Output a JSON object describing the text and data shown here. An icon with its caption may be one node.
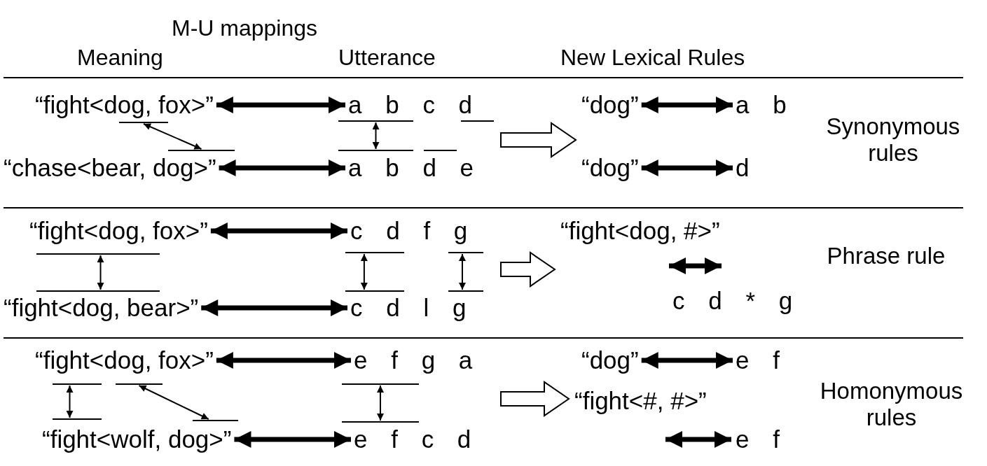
{
  "diagram": {
    "nodes": [
      {
        "text": [
          "“fight<dog, fox>”"
        ]
      },
      {
        "text": [
          "a b c d"
        ]
      },
      {
        "text": [],
        "shape": "bar"
      },
      {
        "text": [],
        "shape": "bar"
      },
      {
        "text": [],
        "shape": "bar"
      },
      {
        "text": [],
        "shape": "bar"
      },
      {
        "text": [],
        "shape": "bar"
      },
      {
        "text": [],
        "shape": "bar"
      },
      {
        "text": [
          "“chase<bear, dog>”"
        ]
      },
      {
        "text": [
          "a b d e"
        ]
      },
      {
        "text": [
          "“dog”"
        ]
      },
      {
        "text": [
          "a b"
        ]
      },
      {
        "text": [
          "“dog”"
        ]
      },
      {
        "text": [
          "d"
        ]
      },
      {
        "text": [
          "“fight<dog, fox>”"
        ]
      },
      {
        "text": [
          "c d f g"
        ]
      },
      {
        "text": [],
        "shape": "bar"
      },
      {
        "text": [],
        "shape": "bar"
      },
      {
        "text": [],
        "shape": "bar"
      },
      {
        "text": [],
        "shape": "bar"
      },
      {
        "text": [],
        "shape": "bar"
      },
      {
        "text": [],
        "shape": "bar"
      },
      {
        "text": [
          "“fight<dog, bear>”"
        ]
      },
      {
        "text": [
          "c d l g"
        ]
      },
      {
        "text": [
          "“fight<dog, #>”"
        ]
      },
      {
        "text": [
          "c d * g"
        ]
      },
      {
        "text": [
          "“fight<dog, fox>”"
        ]
      },
      {
        "text": [
          "e f g a"
        ]
      },
      {
        "text": [],
        "shape": "bar"
      },
      {
        "text": [],
        "shape": "bar"
      },
      {
        "text": [],
        "shape": "bar"
      },
      {
        "text": [],
        "shape": "bar"
      },
      {
        "text": [],
        "shape": "bar"
      },
      {
        "text": [],
        "shape": "bar"
      },
      {
        "text": [
          "“fight<wolf, dog>”"
        ]
      },
      {
        "text": [
          "e f c d"
        ]
      },
      {
        "text": [
          "“dog”"
        ]
      },
      {
        "text": [
          "e f"
        ]
      },
      {
        "text": [
          "“fight<#, #>”"
        ]
      },
      {
        "text": [
          "e f"
        ]
      }
    ],
    "edges": [
      {
        "from": 0,
        "to": 1,
        "arrow": "both"
      },
      {
        "from": 2,
        "to": 5,
        "arrow": "both"
      },
      {
        "from": 3,
        "to": 6,
        "arrow": "both"
      },
      {
        "from": 8,
        "to": 9,
        "arrow": "both"
      },
      {
        "from": 10,
        "to": 11,
        "arrow": "both"
      },
      {
        "from": 12,
        "to": 13,
        "arrow": "both"
      },
      {
        "from": 14,
        "to": 15,
        "arrow": "both"
      },
      {
        "from": 16,
        "to": 19,
        "arrow": "both"
      },
      {
        "from": 17,
        "to": 20,
        "arrow": "both"
      },
      {
        "from": 18,
        "to": 21,
        "arrow": "both"
      },
      {
        "from": 22,
        "to": 23,
        "arrow": "both"
      },
      {
        "from": 24,
        "to": 25,
        "arrow": "both"
      },
      {
        "from": 26,
        "to": 27,
        "arrow": "both"
      },
      {
        "from": 28,
        "to": 31,
        "arrow": "both"
      },
      {
        "from": 29,
        "to": 32,
        "arrow": "both"
      },
      {
        "from": 30,
        "to": 33,
        "arrow": "both"
      },
      {
        "from": 34,
        "to": 35,
        "arrow": "both"
      },
      {
        "from": 36,
        "to": 37,
        "arrow": "both"
      },
      {
        "from": 38,
        "to": 39,
        "arrow": "both"
      },
      {
        "from": null,
        "to": 12,
        "arrow": "to"
      },
      {
        "from": null,
        "to": 24,
        "arrow": "to"
      },
      {
        "from": null,
        "to": 38,
        "arrow": "to"
      }
    ],
    "labels": [
      "M-U mappings",
      "Meaning",
      "Utterance",
      "New Lexical Rules",
      "Synonymous rules",
      "Phrase rule",
      "Homonymous rules"
    ]
  }
}
